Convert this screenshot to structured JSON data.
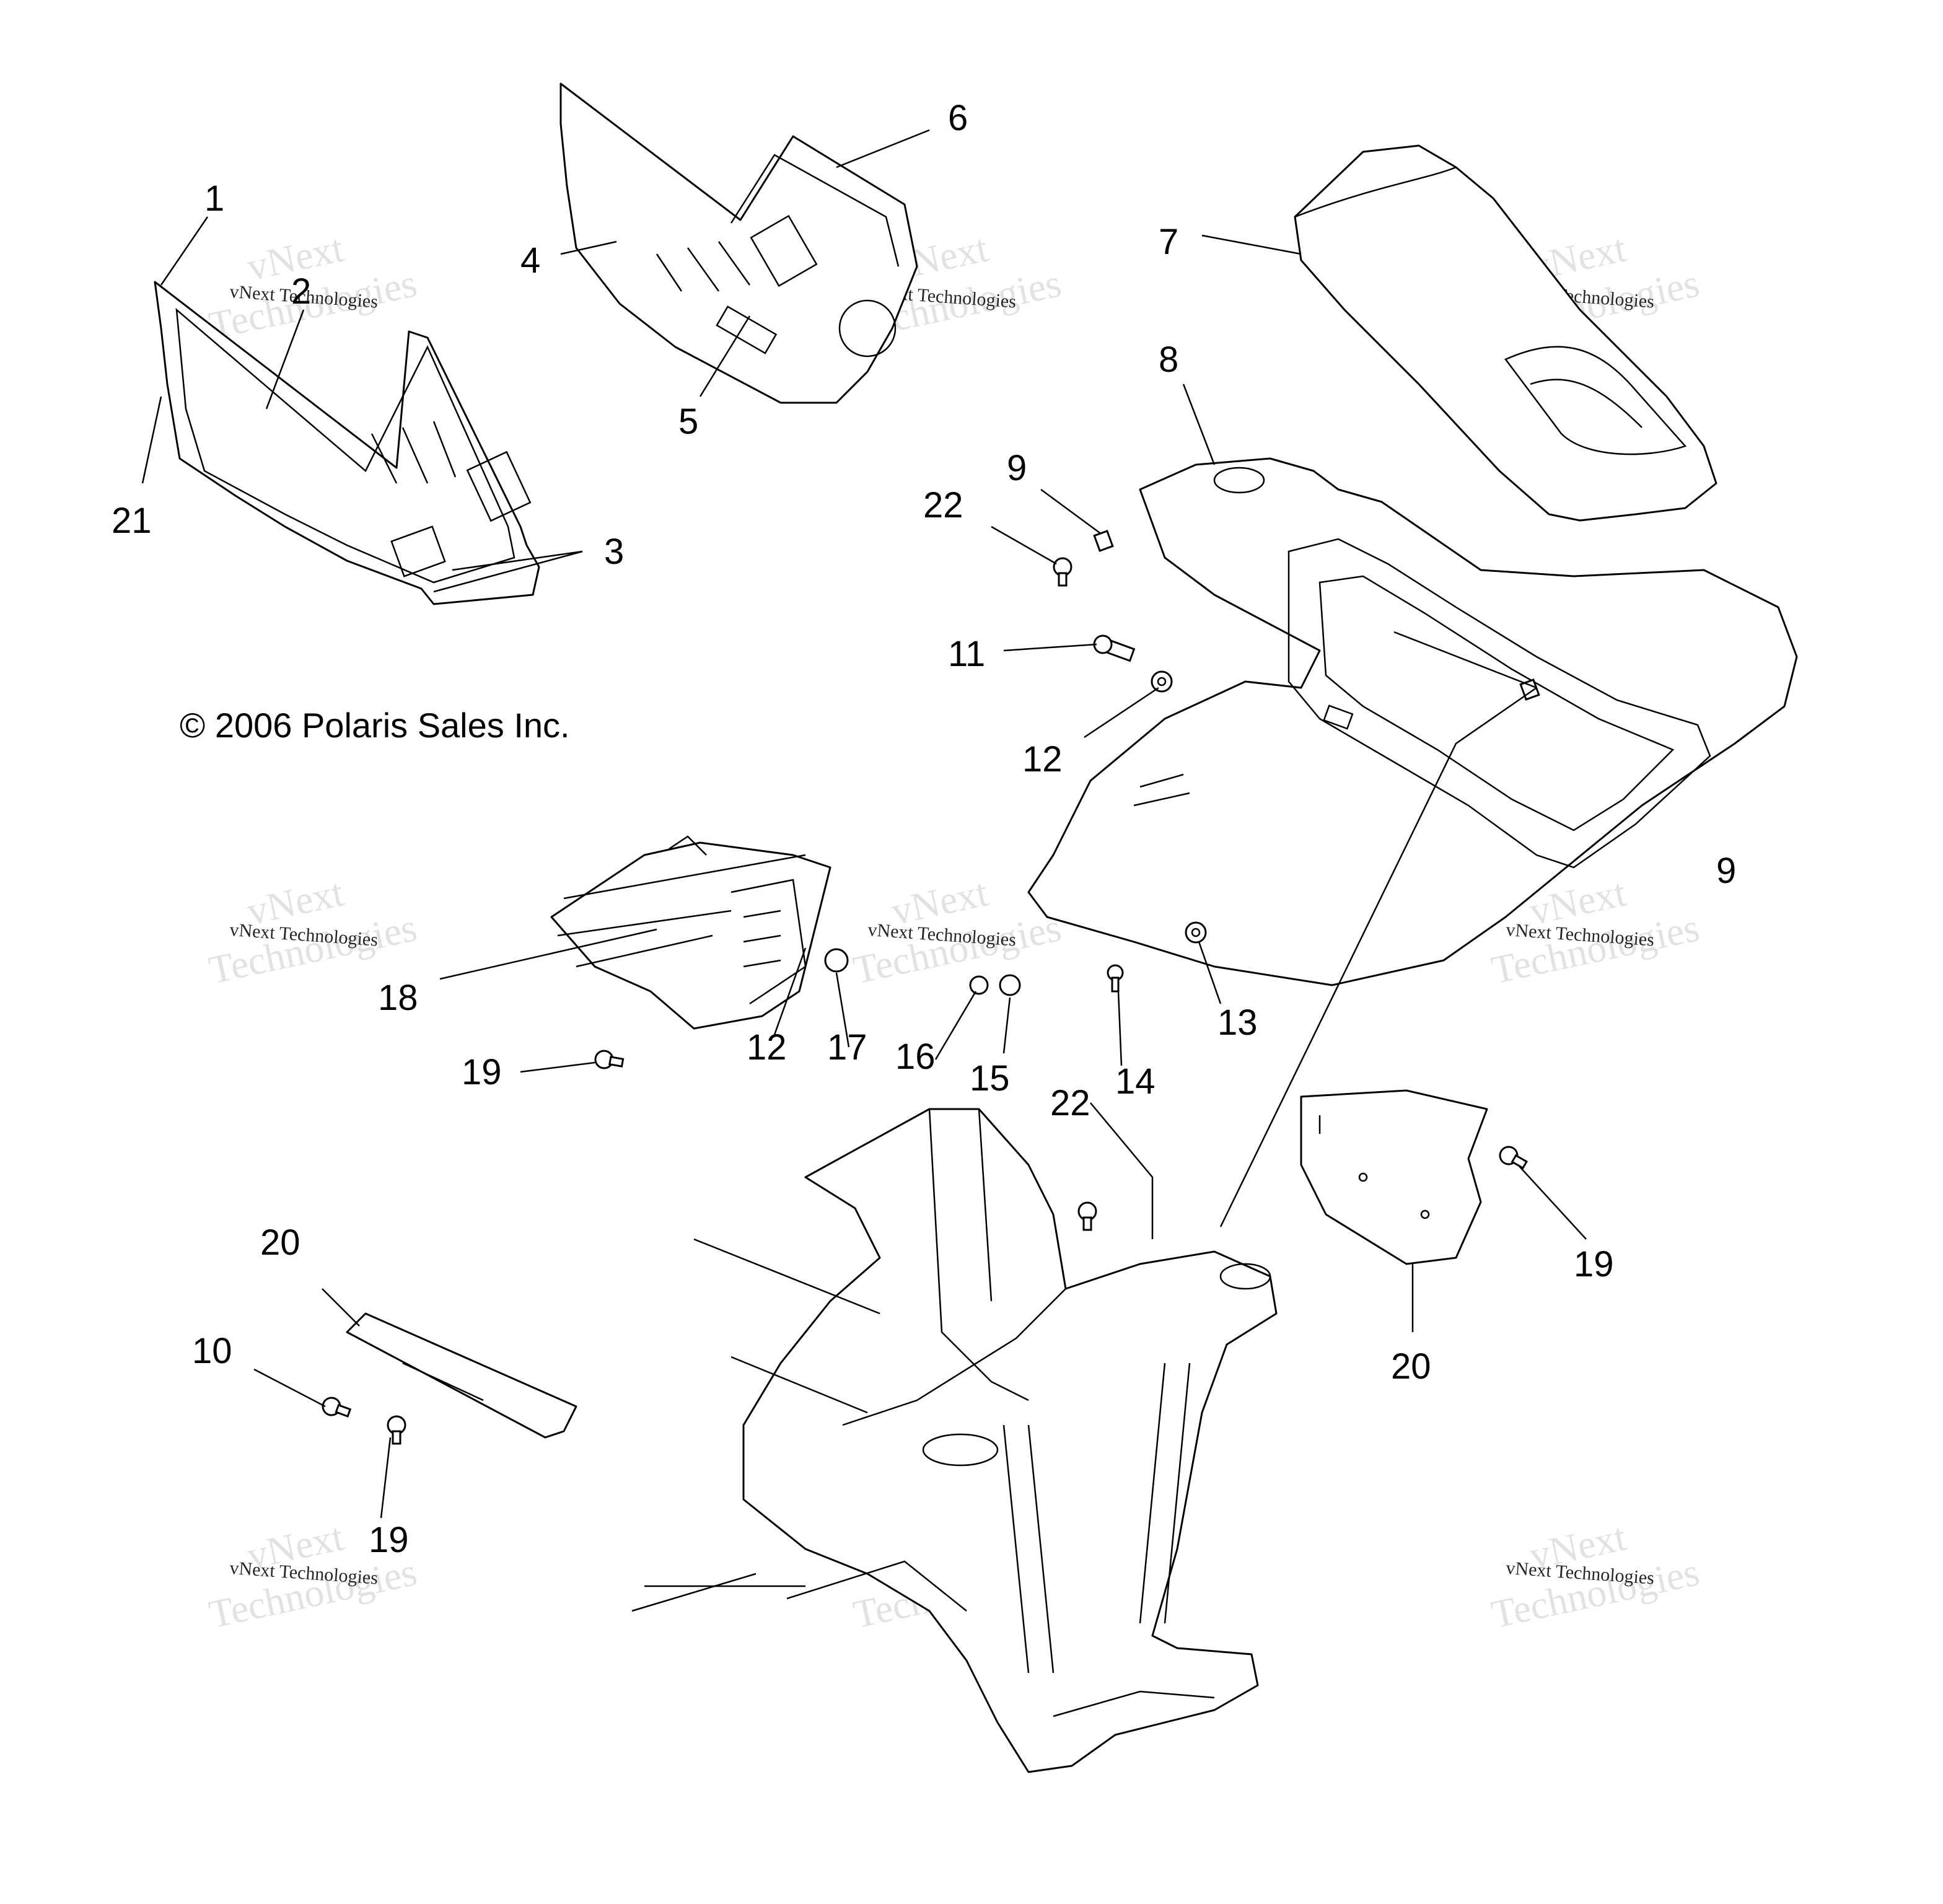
{
  "diagram": {
    "copyright": "© 2006 Polaris Sales Inc.",
    "watermark": {
      "brand_line": "vNext Technologies",
      "big_line_1": "vNext",
      "big_line_2": "Technologies"
    },
    "callouts": [
      {
        "id": "c1",
        "label": "1"
      },
      {
        "id": "c2",
        "label": "2"
      },
      {
        "id": "c3",
        "label": "3"
      },
      {
        "id": "c4",
        "label": "4"
      },
      {
        "id": "c5",
        "label": "5"
      },
      {
        "id": "c6",
        "label": "6"
      },
      {
        "id": "c7",
        "label": "7"
      },
      {
        "id": "c8",
        "label": "8"
      },
      {
        "id": "c9a",
        "label": "9"
      },
      {
        "id": "c9b",
        "label": "9"
      },
      {
        "id": "c10",
        "label": "10"
      },
      {
        "id": "c11",
        "label": "11"
      },
      {
        "id": "c12a",
        "label": "12"
      },
      {
        "id": "c12b",
        "label": "12"
      },
      {
        "id": "c13",
        "label": "13"
      },
      {
        "id": "c14",
        "label": "14"
      },
      {
        "id": "c15",
        "label": "15"
      },
      {
        "id": "c16",
        "label": "16"
      },
      {
        "id": "c17",
        "label": "17"
      },
      {
        "id": "c18",
        "label": "18"
      },
      {
        "id": "c19a",
        "label": "19"
      },
      {
        "id": "c19b",
        "label": "19"
      },
      {
        "id": "c19c",
        "label": "19"
      },
      {
        "id": "c20a",
        "label": "20"
      },
      {
        "id": "c20b",
        "label": "20"
      },
      {
        "id": "c21",
        "label": "21"
      },
      {
        "id": "c22a",
        "label": "22"
      },
      {
        "id": "c22b",
        "label": "22"
      }
    ]
  }
}
